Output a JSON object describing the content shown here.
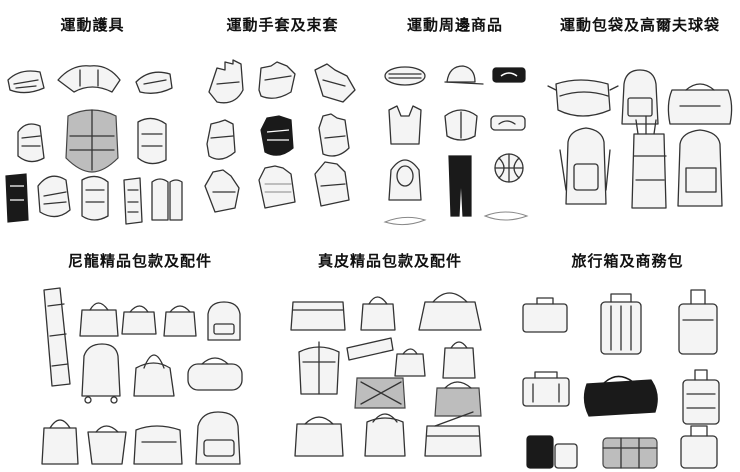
{
  "categories": [
    {
      "id": "protective",
      "title": "運動護具"
    },
    {
      "id": "gloves",
      "title": "運動手套及束套"
    },
    {
      "id": "accessories",
      "title": "運動周邊商品"
    },
    {
      "id": "golf-bags",
      "title": "運動包袋及高爾夫球袋"
    },
    {
      "id": "nylon",
      "title": "尼龍精品包款及配件"
    },
    {
      "id": "leather",
      "title": "真皮精品包款及配件"
    },
    {
      "id": "luggage",
      "title": "旅行箱及商務包"
    }
  ]
}
